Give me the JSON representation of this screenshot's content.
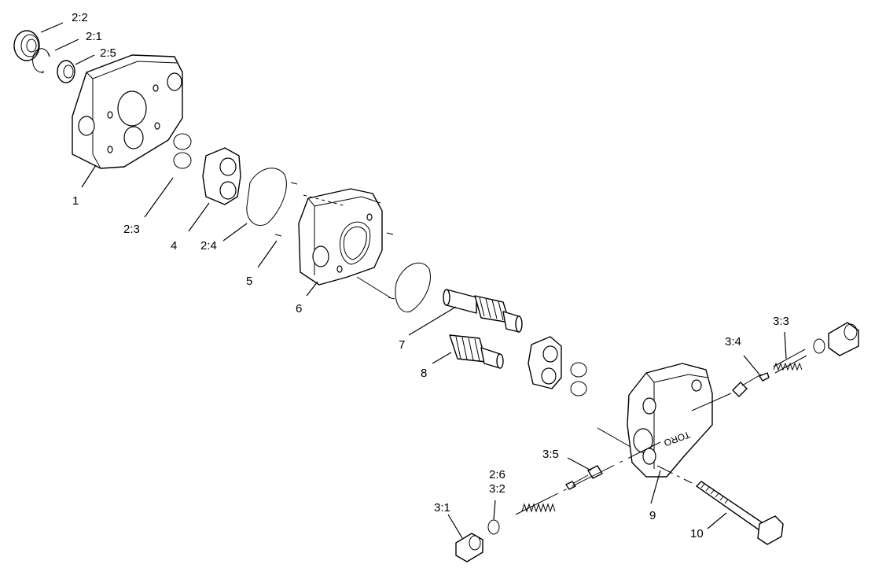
{
  "diagram": {
    "callouts": {
      "c_2_2": "2:2",
      "c_2_1": "2:1",
      "c_2_5": "2:5",
      "c_1": "1",
      "c_2_3": "2:3",
      "c_4": "4",
      "c_2_4": "2:4",
      "c_5": "5",
      "c_6": "6",
      "c_7": "7",
      "c_8": "8",
      "c_3_4": "3:4",
      "c_3_3": "3:3",
      "c_3_5": "3:5",
      "c_2_6": "2:6",
      "c_3_2": "3:2",
      "c_3_1": "3:1",
      "c_9": "9",
      "c_10": "10"
    },
    "housing_stamp": "TORO"
  }
}
